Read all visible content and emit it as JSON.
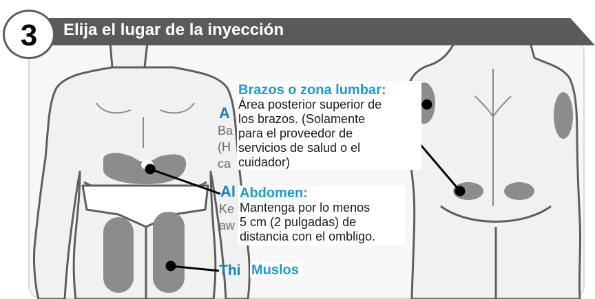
{
  "step": {
    "number": "3",
    "title": "Elija el lugar de la inyección"
  },
  "labels": {
    "arms": {
      "heading": "Brazos o zona lumbar:",
      "lines": [
        "Área posterior superior de",
        "los brazos. (Solamente",
        "para el proveedor de",
        "servicios de salud o el",
        "cuidador)"
      ]
    },
    "abdomen": {
      "heading": "Abdomen:",
      "lines": [
        "Mantenga por lo menos",
        "5 cm (2 pulgadas) de",
        "distancia con el ombligo."
      ]
    },
    "thighs": {
      "heading": "Muslos"
    }
  },
  "underlying_fragments": {
    "arms_heading": "A",
    "arms_lines": [
      "Ba",
      "(H",
      "ca"
    ],
    "abdomen_heading": "Al",
    "abdomen_lines": [
      "Ke",
      "aw"
    ],
    "thighs_heading": "Thi"
  },
  "colors": {
    "banner": "#5a5a5a",
    "heading_blue": "#1a9ad6",
    "injection_site": "#8c8c8c",
    "body_outline": "#5e5e5e",
    "body_fill": "#f2f2f2"
  }
}
